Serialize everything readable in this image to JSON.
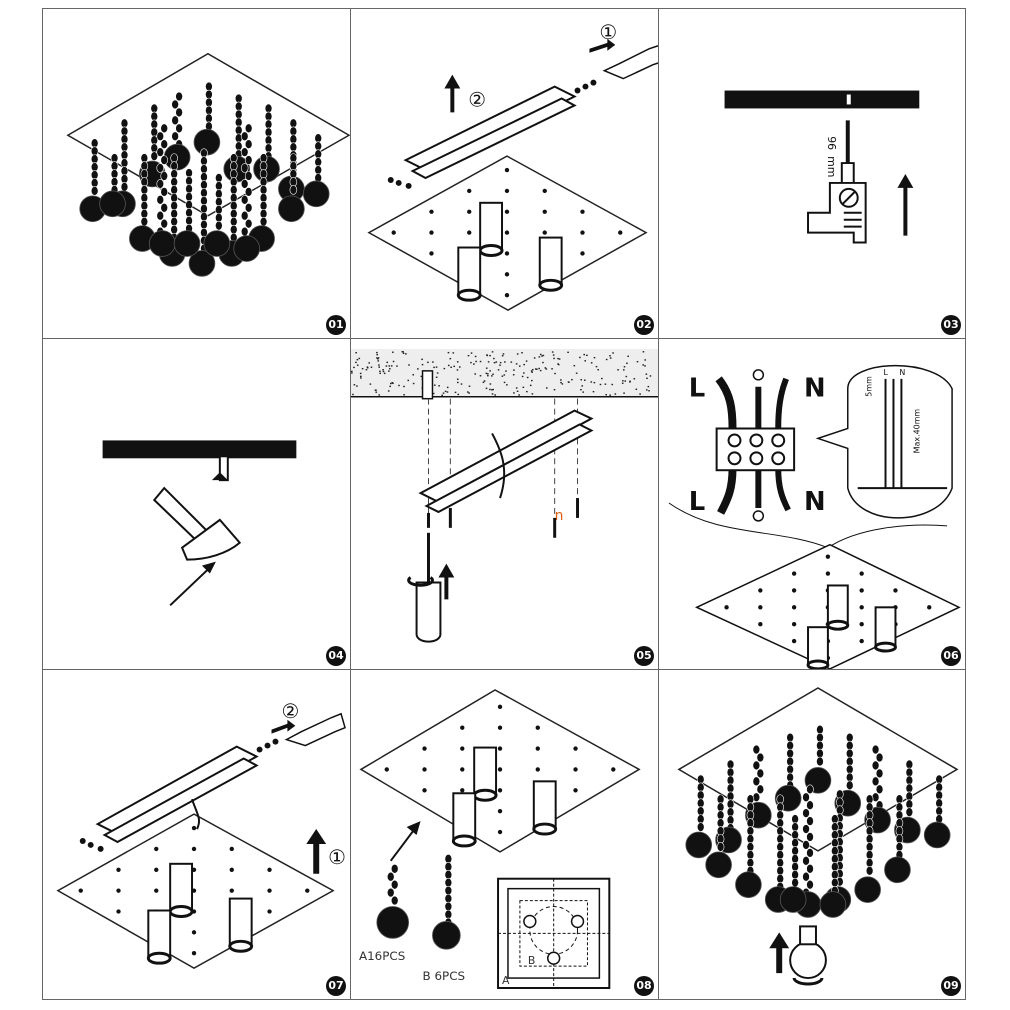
{
  "steps": [
    "01",
    "02",
    "03",
    "04",
    "05",
    "06",
    "07",
    "08",
    "09"
  ],
  "labels": {
    "circled_1": "①",
    "circled_2": "②",
    "drill_size": "96",
    "drill_unit": "mm",
    "live": "L",
    "neutral": "N",
    "strip_len": "5mm",
    "strip_max": "Max.40mm",
    "detail_L": "L",
    "detail_N": "N",
    "part_a": "A16PCS",
    "part_b": "B  6PCS",
    "plan_a": "A",
    "plan_b": "B"
  },
  "colors": {
    "ink": "#111111",
    "line": "#222222",
    "accent": "#e06010"
  }
}
